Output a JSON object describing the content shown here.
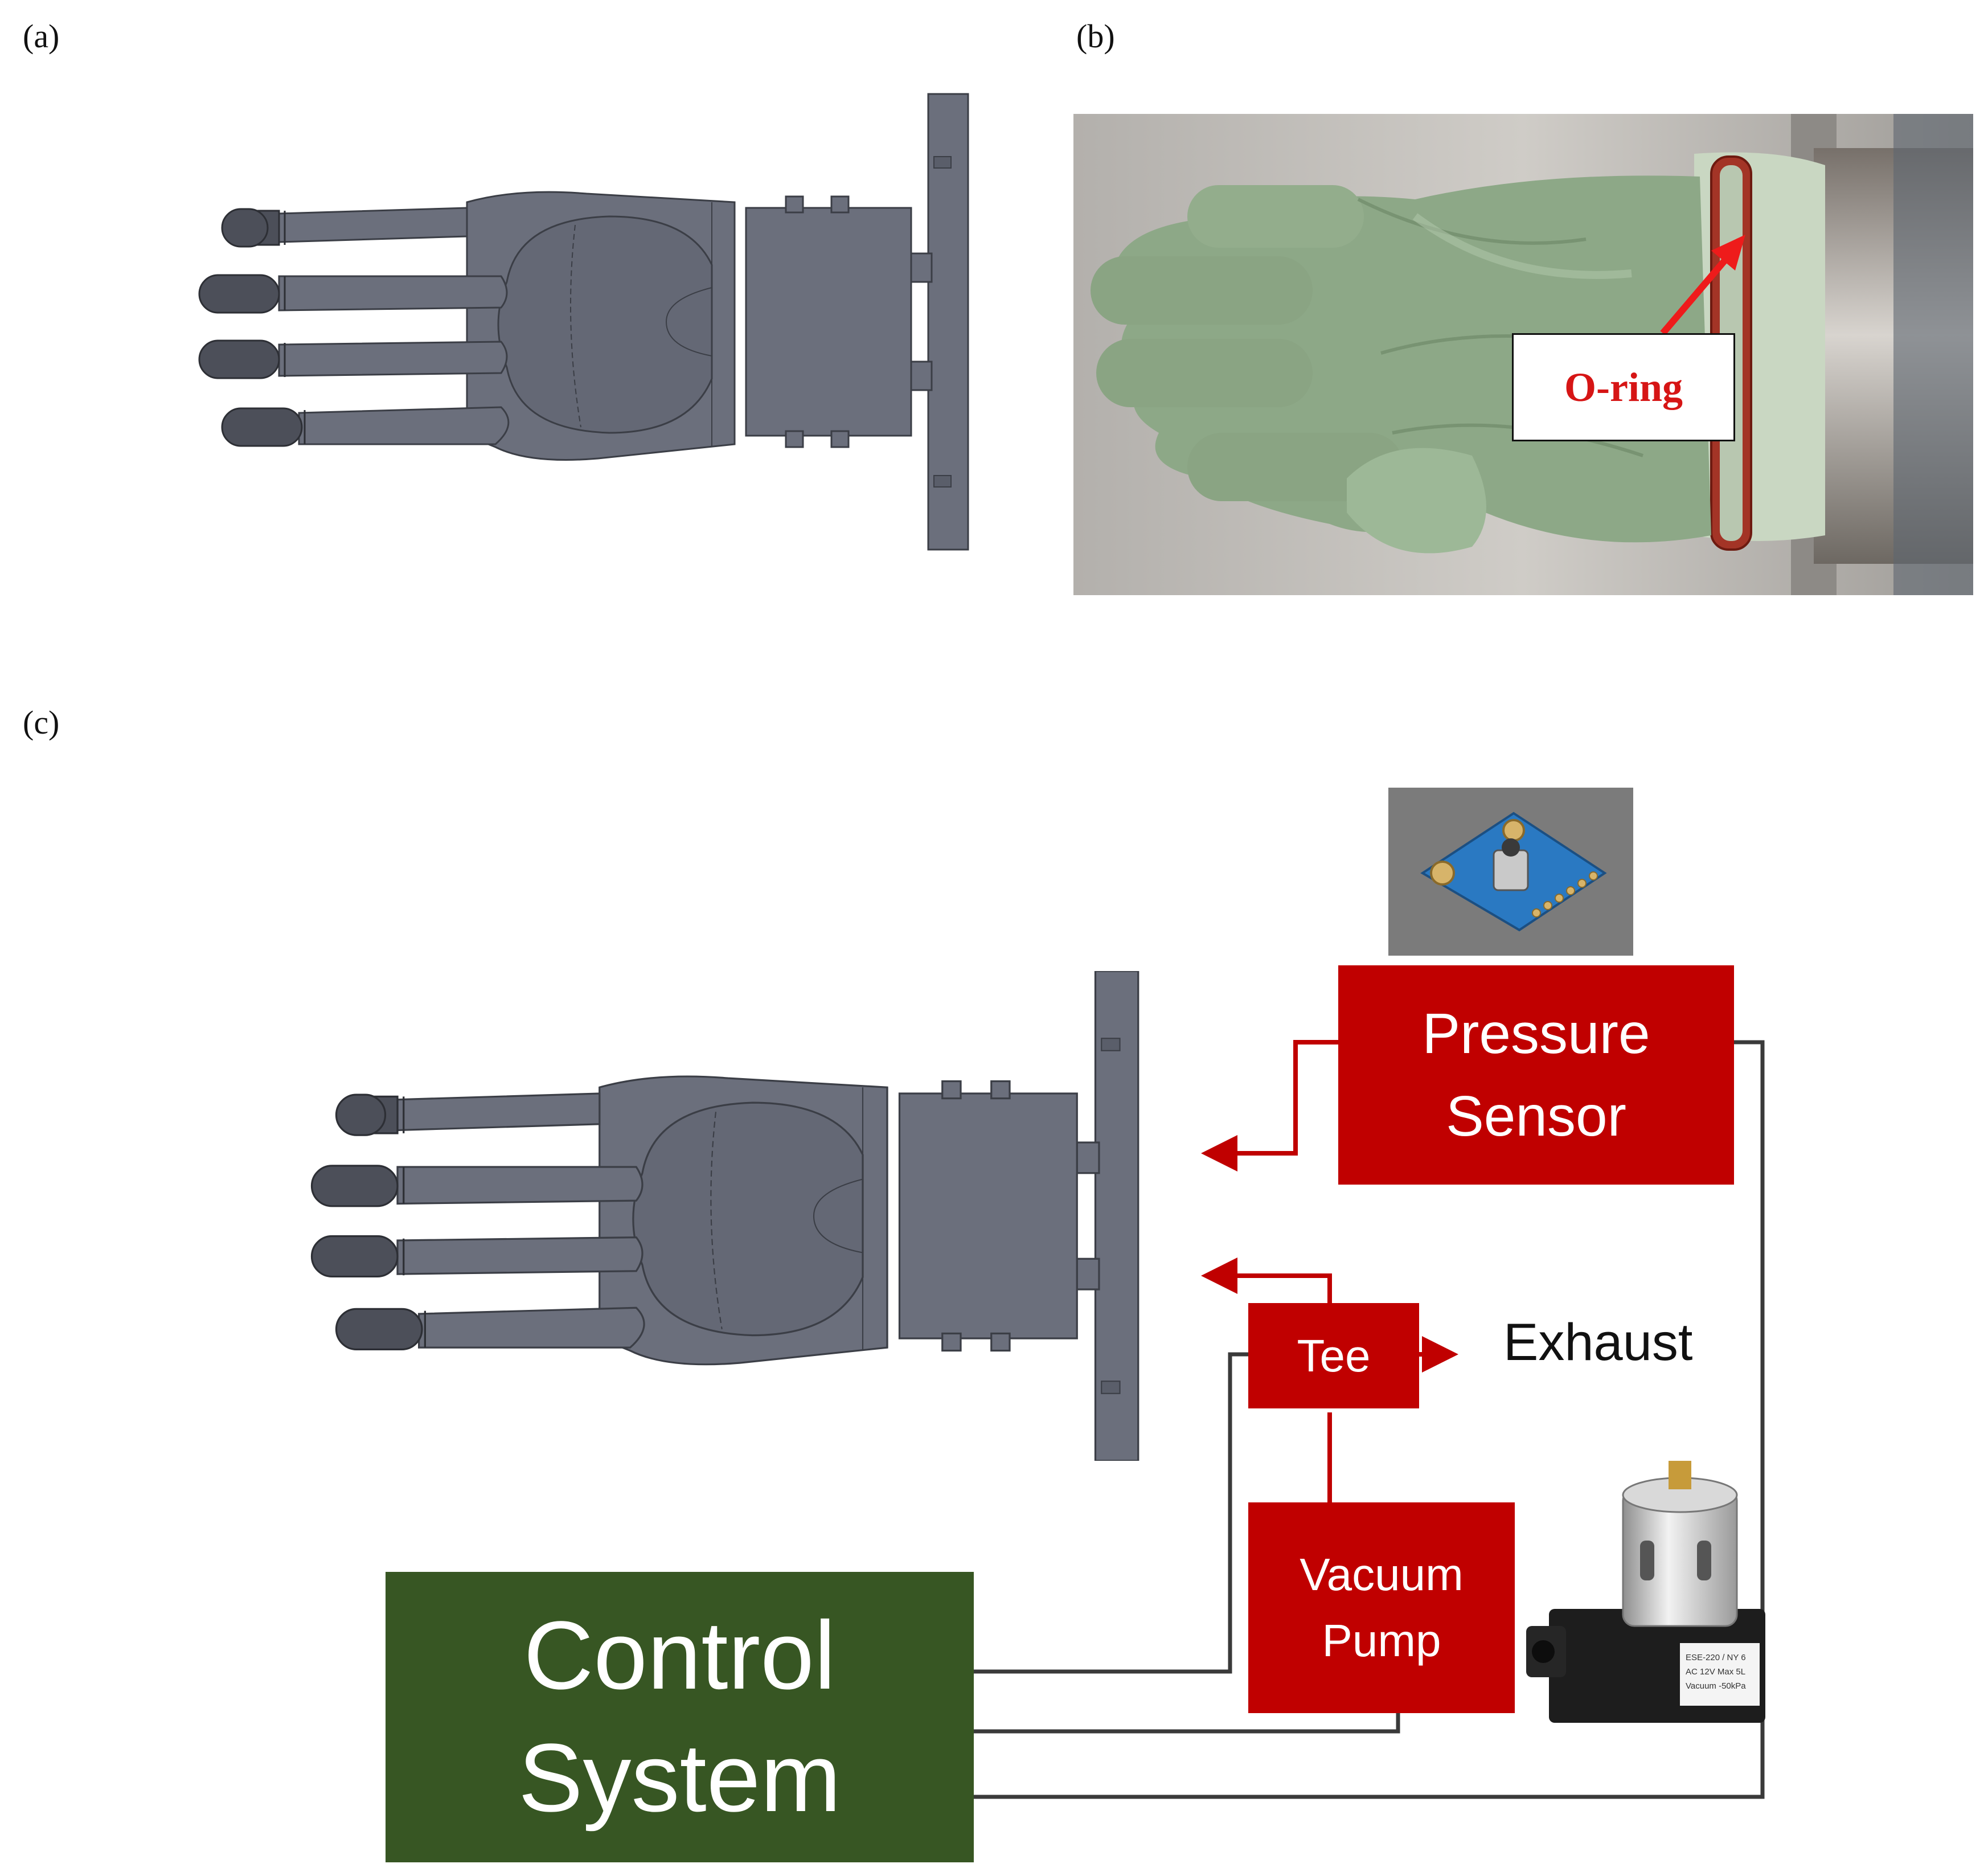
{
  "panels": {
    "a": {
      "label": "(a)"
    },
    "b": {
      "label": "(b)",
      "callout": "O-ring"
    },
    "c": {
      "label": "(c)",
      "pressure_sensor": {
        "line1": "Pressure",
        "line2": "Sensor"
      },
      "tee": "Tee",
      "exhaust": "Exhaust",
      "vacuum_pump": {
        "line1": "Vacuum",
        "line2": "Pump"
      },
      "control_system": {
        "line1": "Control",
        "line2": "System"
      },
      "pump_photo_label": {
        "line1": "ESE-220 / NY 6",
        "line2": "AC 12V  Max 5L",
        "line3": "Vacuum  -50kPa"
      }
    }
  },
  "colors": {
    "cad_body": "#6a6f7c",
    "cad_fingertip": "#4b4e58",
    "component_red": "#c00000",
    "control_green": "#375623",
    "wire": "#3a3a3a",
    "arrow_red": "#ee1b1b",
    "glove": "#8fa882"
  },
  "icons": [
    "gripper-cad-drawing",
    "glove-photo",
    "pressure-sensor-board-photo",
    "vacuum-pump-photo"
  ]
}
